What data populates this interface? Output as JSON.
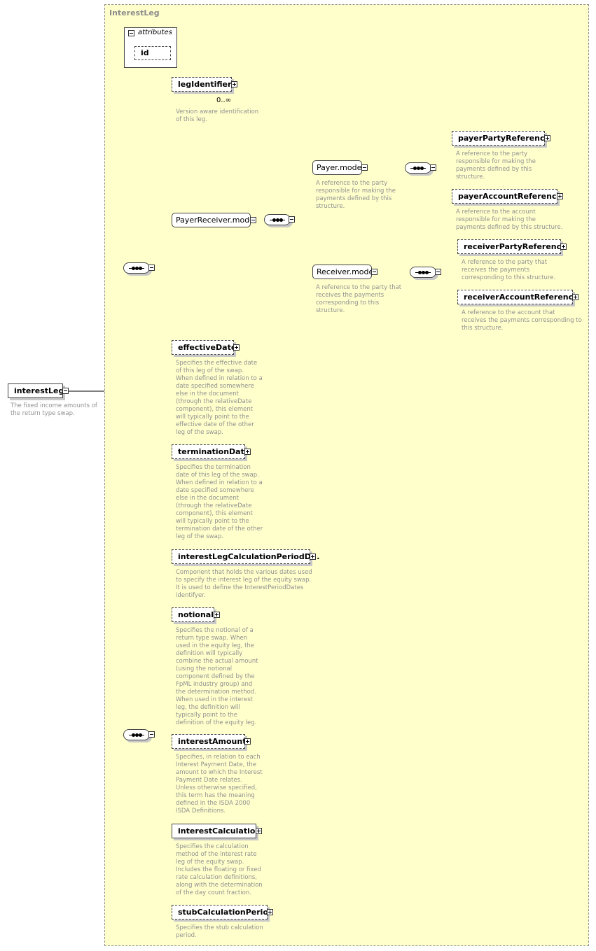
{
  "type_title": "InterestLeg",
  "attributes": {
    "label": "attributes",
    "id_label": "id"
  },
  "root": {
    "label": "interestLeg",
    "doc": [
      "The fixed income amounts of",
      "the return type swap."
    ]
  },
  "leg_identifier": {
    "label": "legIdentifier",
    "occurrence": "0..∞",
    "doc": [
      "Version aware identification",
      "of this leg."
    ]
  },
  "payer_receiver_model": {
    "label": "PayerReceiver.model"
  },
  "payer_model": {
    "label": "Payer.model",
    "doc": [
      "A reference to the party",
      "responsible for making the",
      "payments defined by this",
      "structure."
    ]
  },
  "payer_party_reference": {
    "label": "payerPartyReference",
    "doc": [
      "A reference to the party",
      "responsible for making the",
      "payments defined by this",
      "structure."
    ]
  },
  "payer_account_reference": {
    "label": "payerAccountReference",
    "doc": [
      "A reference to the account",
      "responsible for making the",
      "payments defined by this structure."
    ]
  },
  "receiver_model": {
    "label": "Receiver.model",
    "doc": [
      "A reference to the party that",
      "receives the payments",
      "corresponding to this",
      "structure."
    ]
  },
  "receiver_party_reference": {
    "label": "receiverPartyReference",
    "doc": [
      "A reference to the party that",
      "receives the payments",
      "corresponding to this structure."
    ]
  },
  "receiver_account_reference": {
    "label": "receiverAccountReference",
    "doc": [
      "A reference to the account that",
      "receives the payments corresponding to",
      "this structure."
    ]
  },
  "effective_date": {
    "label": "effectiveDate",
    "doc": [
      "Specifies the effective date",
      "of this leg of the swap.",
      "When defined in relation to a",
      "date specified somewhere",
      "else in the document",
      "(through the relativeDate",
      "component), this element",
      "will typically point to the",
      "effective date of the other",
      "leg of the swap."
    ]
  },
  "termination_date": {
    "label": "terminationDate",
    "doc": [
      "Specifies the termination",
      "date of this leg of the swap.",
      "When defined in relation to a",
      "date specified somewhere",
      "else in the document",
      "(through the relativeDate",
      "component), this element",
      "will typically point to the",
      "termination date of the other",
      "leg of the swap."
    ]
  },
  "interest_leg_calc_period_dates": {
    "label": "interestLegCalculationPeriodD...",
    "doc": [
      "Component that holds the various dates used",
      "to specify the interest leg of the equity swap.",
      "It is used to define the InterestPeriodDates",
      "identifyer."
    ]
  },
  "notional": {
    "label": "notional",
    "doc": [
      "Specifies the notional of a",
      "return type swap. When",
      "used in the equity leg, the",
      "definition will typically",
      "combine the actual amount",
      "(using the notional",
      "component defined by the",
      "FpML industry group) and",
      "the determination method.",
      "When used in the interest",
      "leg, the definition will",
      "typically point to the",
      "definition of the equity leg."
    ]
  },
  "interest_amount": {
    "label": "interestAmount",
    "doc": [
      "Specifies, in relation to each",
      "Interest Payment Date, the",
      "amount to which the Interest",
      "Payment Date relates.",
      "Unless otherwise specified,",
      "this term has the meaning",
      "defined in the ISDA 2000",
      "ISDA Definitions."
    ]
  },
  "interest_calculation": {
    "label": "interestCalculation",
    "doc": [
      "Specifies the calculation",
      "method of the interest rate",
      "leg of the equity swap.",
      "Includes the floating or fixed",
      "rate calculation definitions,",
      "along with the determination",
      "of the day count fraction."
    ]
  },
  "stub_calculation_period": {
    "label": "stubCalculationPeriod",
    "doc": [
      "Specifies the stub calculation",
      "period."
    ]
  }
}
